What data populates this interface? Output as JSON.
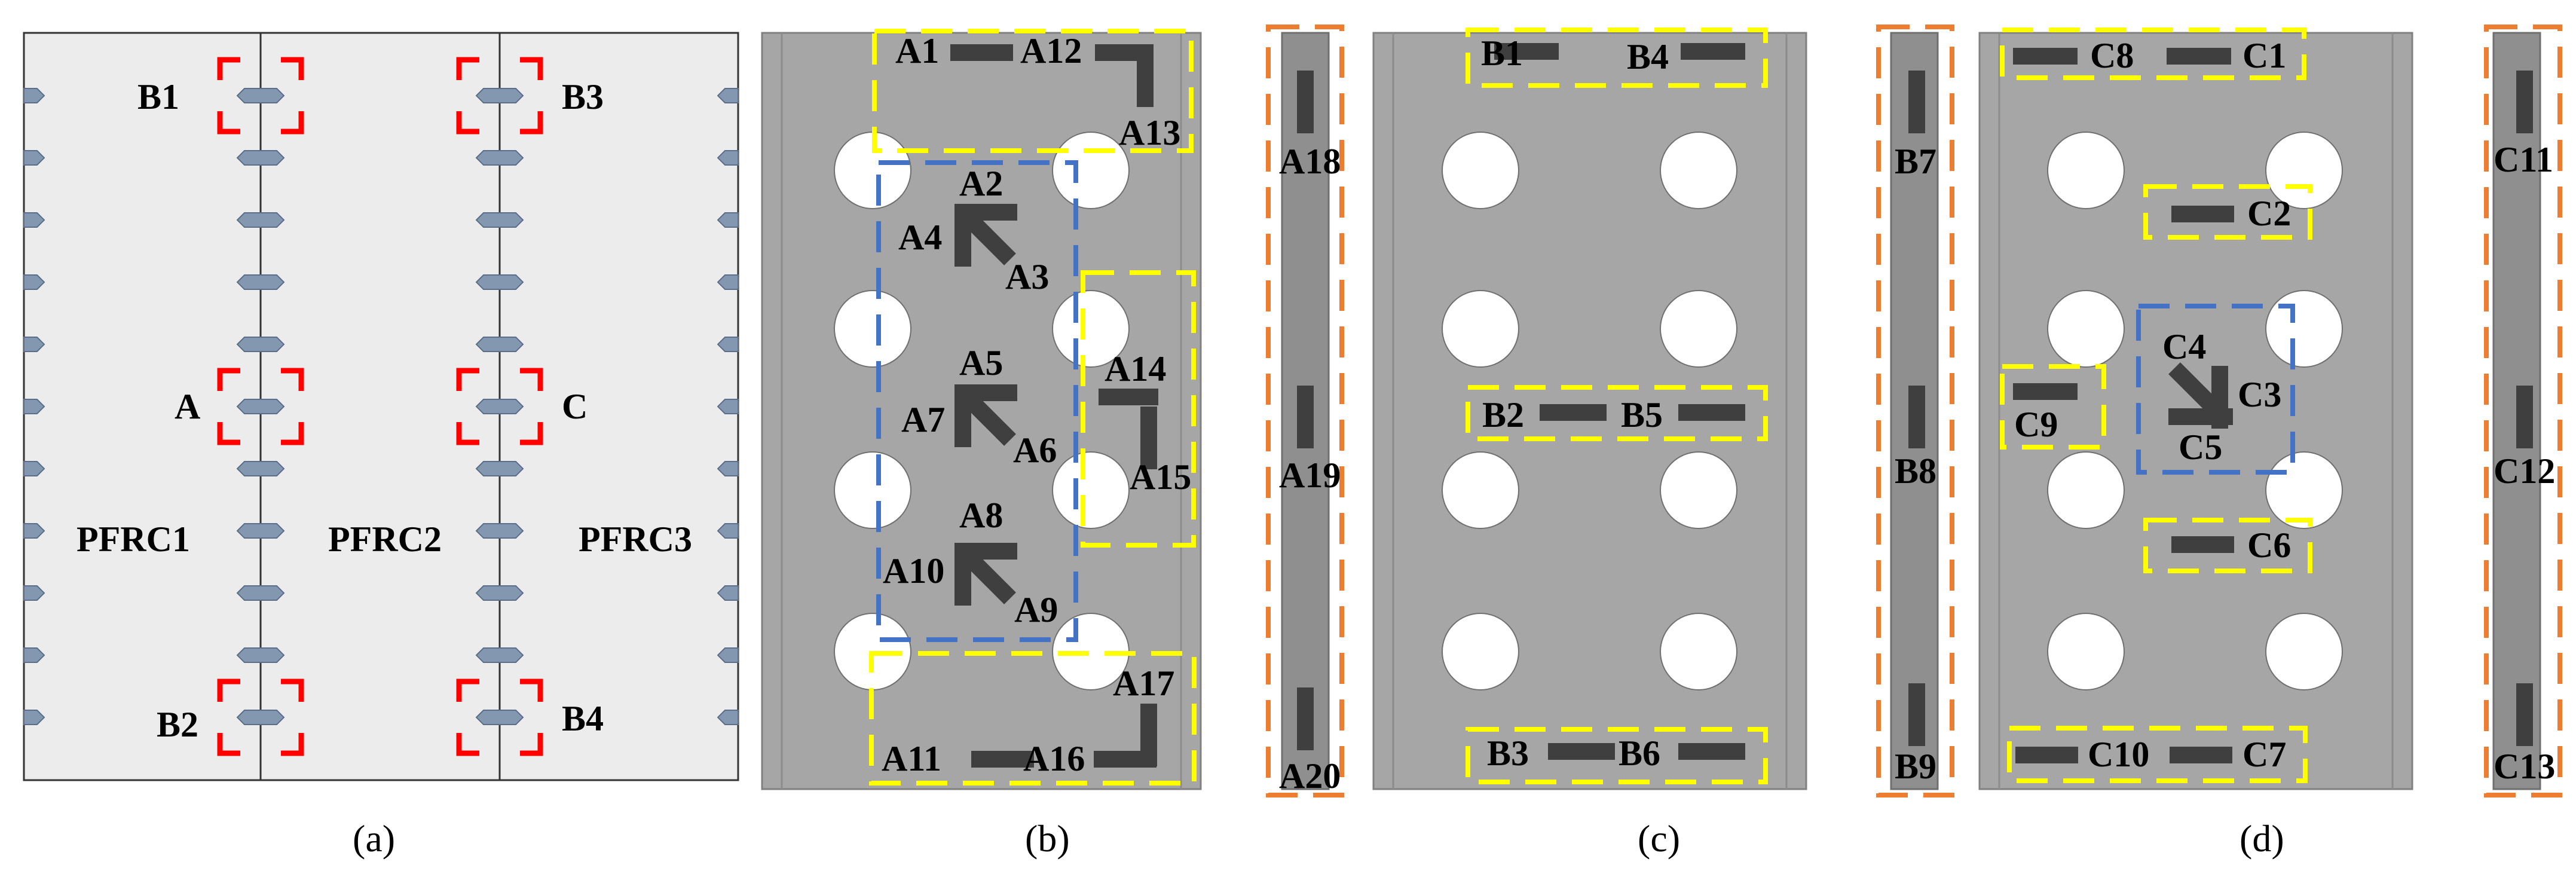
{
  "colors": {
    "background": "#ffffff",
    "panel_a_fill": "#ececec",
    "panel_a_stroke": "#333333",
    "steel_plate": "#a6a6a6",
    "steel_edge": "#8c8c8c",
    "side_bar": "#8f8f8f",
    "gauge": "#3f3f3f",
    "connector": "#8497b0",
    "red_box": "#ff0000",
    "yellow_box": "#ffff00",
    "blue_box": "#4472c4",
    "orange_box": "#ed7d31"
  },
  "panel_a": {
    "region_labels": [
      "B1",
      "B3",
      "A",
      "C",
      "B2",
      "B4"
    ],
    "slab_labels": [
      "PFRC1",
      "PFRC2",
      "PFRC3"
    ]
  },
  "panel_b": {
    "plate_gauges": [
      "A1",
      "A12",
      "A13",
      "A2",
      "A4",
      "A3",
      "A5",
      "A7",
      "A6",
      "A8",
      "A10",
      "A9",
      "A14",
      "A15",
      "A17",
      "A11",
      "A16"
    ],
    "side_gauges": [
      "A18",
      "A19",
      "A20"
    ]
  },
  "panel_c": {
    "plate_gauges": [
      "B1",
      "B4",
      "B2",
      "B5",
      "B3",
      "B6"
    ],
    "side_gauges": [
      "B7",
      "B8",
      "B9"
    ]
  },
  "panel_d": {
    "plate_gauges": [
      "C8",
      "C1",
      "C2",
      "C4",
      "C3",
      "C5",
      "C9",
      "C6",
      "C10",
      "C7"
    ],
    "side_gauges": [
      "C11",
      "C12",
      "C13"
    ]
  },
  "captions": [
    "(a)",
    "(b)",
    "(c)",
    "(d)"
  ]
}
